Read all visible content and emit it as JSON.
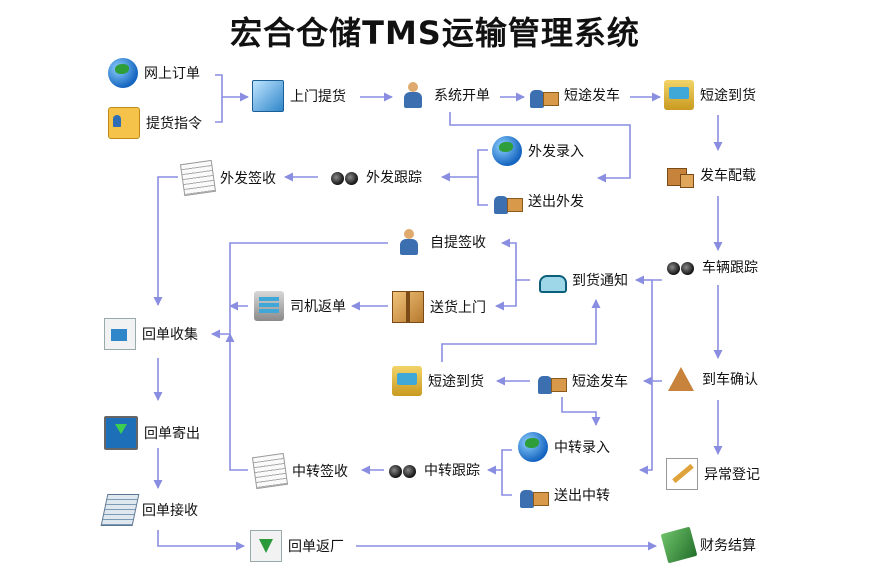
{
  "title": "宏合仓储TMS运输管理系统",
  "nodes": {
    "online_order": {
      "label": "网上订单",
      "icon": "globe-icon"
    },
    "pickup_command": {
      "label": "提货指令",
      "icon": "id-card-icon"
    },
    "door_pickup": {
      "label": "上门提货",
      "icon": "box-icon"
    },
    "system_order": {
      "label": "系统开单",
      "icon": "operator-icon"
    },
    "short_dispatch_top": {
      "label": "短途发车",
      "icon": "porter-icon"
    },
    "short_arrive_top": {
      "label": "短途到货",
      "icon": "cash-machine-icon"
    },
    "outsource_entry_top": {
      "label": "外发录入",
      "icon": "globe-icon"
    },
    "send_outsource": {
      "label": "送出外发",
      "icon": "hand-truck-icon"
    },
    "outsource_track": {
      "label": "外发跟踪",
      "icon": "binoculars-icon"
    },
    "outsource_sign": {
      "label": "外发签收",
      "icon": "notepad-icon"
    },
    "dispatch_loading": {
      "label": "发车配载",
      "icon": "boxes-icon"
    },
    "self_pickup_sign": {
      "label": "自提签收",
      "icon": "operator-icon"
    },
    "arrival_notice": {
      "label": "到货通知",
      "icon": "phone-icon"
    },
    "vehicle_track": {
      "label": "车辆跟踪",
      "icon": "binoculars-icon"
    },
    "driver_return": {
      "label": "司机返单",
      "icon": "document-icon"
    },
    "door_delivery": {
      "label": "送货上门",
      "icon": "package-icon"
    },
    "receipt_collect": {
      "label": "回单收集",
      "icon": "window-pen-icon"
    },
    "short_arrive_mid": {
      "label": "短途到货",
      "icon": "cash-machine-icon"
    },
    "short_dispatch_mid": {
      "label": "短途发车",
      "icon": "porter-icon"
    },
    "arrival_confirm": {
      "label": "到车确认",
      "icon": "pyramid-boxes-icon"
    },
    "receipt_send": {
      "label": "回单寄出",
      "icon": "monitor-download-icon"
    },
    "transfer_entry": {
      "label": "中转录入",
      "icon": "globe-icon"
    },
    "transfer_sign": {
      "label": "中转签收",
      "icon": "notepad-icon"
    },
    "transfer_track": {
      "label": "中转跟踪",
      "icon": "binoculars-icon"
    },
    "send_transfer": {
      "label": "送出中转",
      "icon": "hand-truck-icon"
    },
    "exception_register": {
      "label": "异常登记",
      "icon": "pencil-icon"
    },
    "receipt_receive": {
      "label": "回单接收",
      "icon": "paper-stack-icon"
    },
    "receipt_return": {
      "label": "回单返厂",
      "icon": "download-document-icon"
    },
    "finance_settle": {
      "label": "财务结算",
      "icon": "money-icon"
    }
  },
  "colors": {
    "arrow": "#8a8ee0",
    "text": "#111111"
  }
}
